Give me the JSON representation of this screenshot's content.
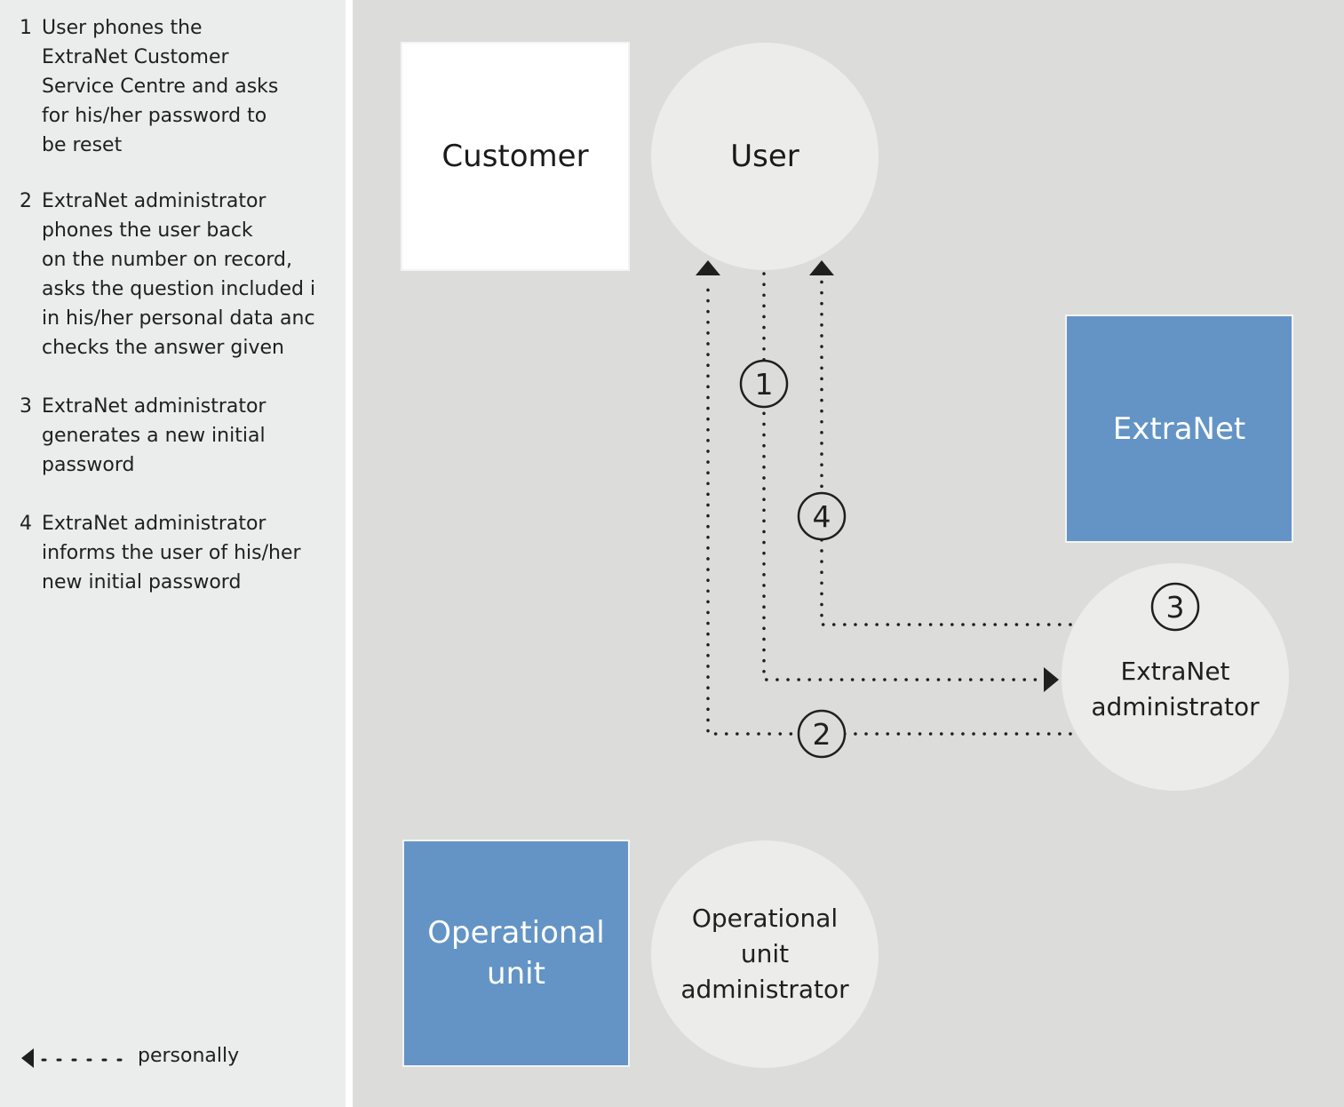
{
  "steps": [
    {
      "num": "1",
      "lines": [
        "User phones the",
        "ExtraNet Customer",
        "Service Centre and asks",
        "for his/her password to",
        "be reset"
      ]
    },
    {
      "num": "2",
      "lines": [
        "ExtraNet administrator",
        "phones the user back",
        "on the number on record,",
        "asks the question included i",
        "in his/her personal data anc",
        "checks the answer given"
      ]
    },
    {
      "num": "3",
      "lines": [
        "ExtraNet administrator",
        "generates a new initial",
        "password"
      ]
    },
    {
      "num": "4",
      "lines": [
        "ExtraNet administrator",
        "informs the user of his/her",
        "new initial password"
      ]
    }
  ],
  "legend": {
    "label": "personally"
  },
  "nodes": {
    "customer": "Customer",
    "user": "User",
    "extranet": "ExtraNet",
    "extranet_admin": [
      "ExtraNet",
      "administrator"
    ],
    "operational_unit": [
      "Operational",
      "unit"
    ],
    "operational_unit_admin": [
      "Operational",
      "unit",
      "administrator"
    ]
  },
  "step_markers": [
    "1",
    "2",
    "3",
    "4"
  ],
  "colors": {
    "sidebar_bg": "#ebedec",
    "diagram_bg": "#dcdddb",
    "blue_box": "#6394c5",
    "circle": "#ececea",
    "white_box": "#ffffff"
  }
}
